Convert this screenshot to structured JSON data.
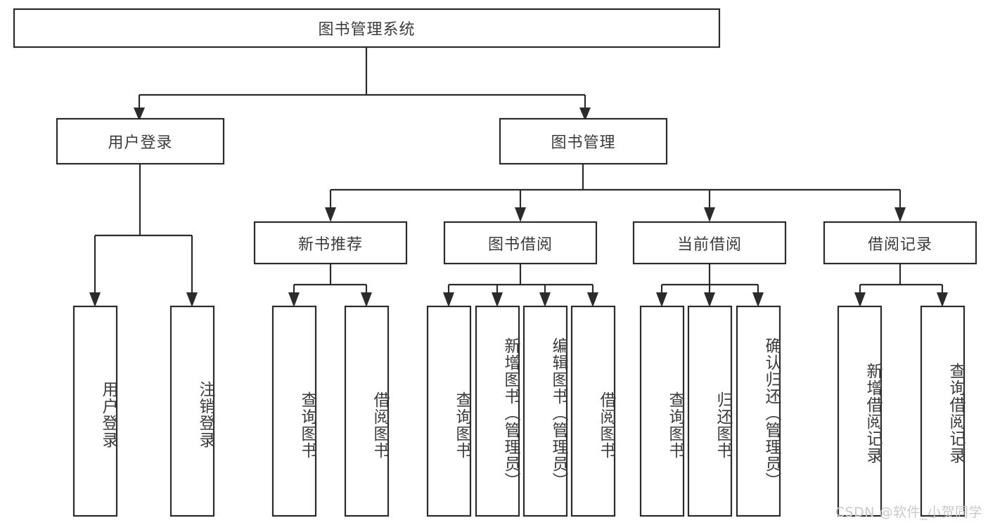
{
  "diagram": {
    "title": "图书管理系统",
    "type": "tree-hierarchy",
    "watermark": "CSDN @软件_小贺同学",
    "colors": {
      "box_stroke": "#2b2b2b",
      "box_fill": "#ffffff",
      "text": "#3b3b3b",
      "connector": "#2b2b2b",
      "watermark": "#c9c9c9",
      "background": "#ffffff"
    },
    "root": {
      "label": "图书管理系统"
    },
    "level2": [
      {
        "label": "用户登录"
      },
      {
        "label": "图书管理"
      }
    ],
    "level3": [
      {
        "label": "新书推荐"
      },
      {
        "label": "图书借阅"
      },
      {
        "label": "当前借阅"
      },
      {
        "label": "借阅记录"
      }
    ],
    "leaves": {
      "user_login": [
        {
          "label": "用户登录"
        },
        {
          "label": "注销登录"
        }
      ],
      "new_book_recommend": [
        {
          "label": "查询图书"
        },
        {
          "label": "借阅图书"
        }
      ],
      "book_borrow": [
        {
          "label": "查询图书"
        },
        {
          "label": "新增图书（管理员）"
        },
        {
          "label": "编辑图书（管理员）"
        },
        {
          "label": "借阅图书"
        }
      ],
      "current_borrow": [
        {
          "label": "查询图书"
        },
        {
          "label": "归还图书"
        },
        {
          "label": "确认归还（管理员）"
        }
      ],
      "borrow_record": [
        {
          "label": "新增借阅记录"
        },
        {
          "label": "查询借阅记录"
        }
      ]
    }
  }
}
